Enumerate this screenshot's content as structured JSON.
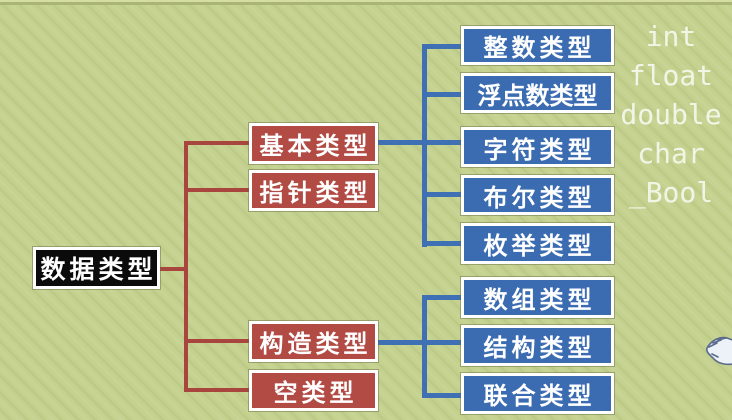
{
  "palette": {
    "background": "#c5d18e",
    "root_box_fill": "#0b0b0b",
    "category_box_fill": "#b14b44",
    "subtype_box_fill": "#3b6cb2",
    "red_connector": "#a8453e",
    "blue_connector": "#3f70b4",
    "box_border": "#ffffff",
    "box_text": "#ffffff",
    "keyword_text": "#f2f5e6"
  },
  "tree": {
    "root_label": "数据类型",
    "categories": [
      "基本类型",
      "指针类型",
      "构造类型",
      "空类型"
    ],
    "basic_subtypes": [
      "整数类型",
      "浮点数类型",
      "字符类型",
      "布尔类型",
      "枚举类型"
    ],
    "construct_subtypes": [
      "数组类型",
      "结构类型",
      "联合类型"
    ]
  },
  "keywords": [
    "int",
    "float",
    "double",
    "char",
    "_Bool"
  ]
}
